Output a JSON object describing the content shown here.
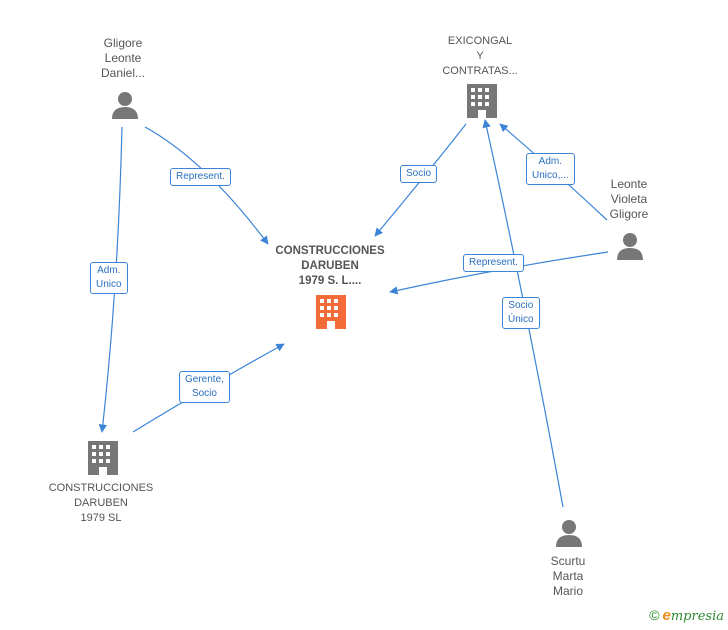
{
  "nodes": {
    "gligore": {
      "lines": [
        "Gligore",
        "Leonte",
        "Daniel..."
      ],
      "icon": "person-icon"
    },
    "exicongal": {
      "lines": [
        "EXICONGAL",
        "Y",
        "CONTRATAS..."
      ],
      "icon": "building-icon"
    },
    "leonte_violeta": {
      "lines": [
        "Leonte",
        "Violeta",
        "Gligore"
      ],
      "icon": "person-icon"
    },
    "main_company": {
      "lines": [
        "CONSTRUCCIONES",
        "DARUBEN",
        "1979 S. L...."
      ],
      "icon": "building-icon"
    },
    "daruben_sl": {
      "lines": [
        "CONSTRUCCIONES",
        "DARUBEN",
        "1979  SL"
      ],
      "icon": "building-icon"
    },
    "scurtu": {
      "lines": [
        "Scurtu",
        "Marta",
        "Mario"
      ],
      "icon": "person-icon"
    }
  },
  "edges": {
    "represent_gligore": [
      "Represent."
    ],
    "adm_unico_gligore": [
      "Adm.",
      "Unico"
    ],
    "socio_exicongal": [
      "Socio"
    ],
    "adm_unico_leonte": [
      "Adm.",
      "Unico,..."
    ],
    "represent_leonte": [
      "Represent."
    ],
    "socio_unico_scurtu": [
      "Socio",
      "Único"
    ],
    "gerente_socio": [
      "Gerente,",
      "Socio"
    ]
  },
  "colors": {
    "edge": "#3b84d6",
    "icon_gray": "#777777",
    "icon_main": "#f26b38",
    "label_text": "#555555"
  },
  "footer": {
    "copyright": "©",
    "brand_initial": "e",
    "brand_rest": "mpresia"
  }
}
